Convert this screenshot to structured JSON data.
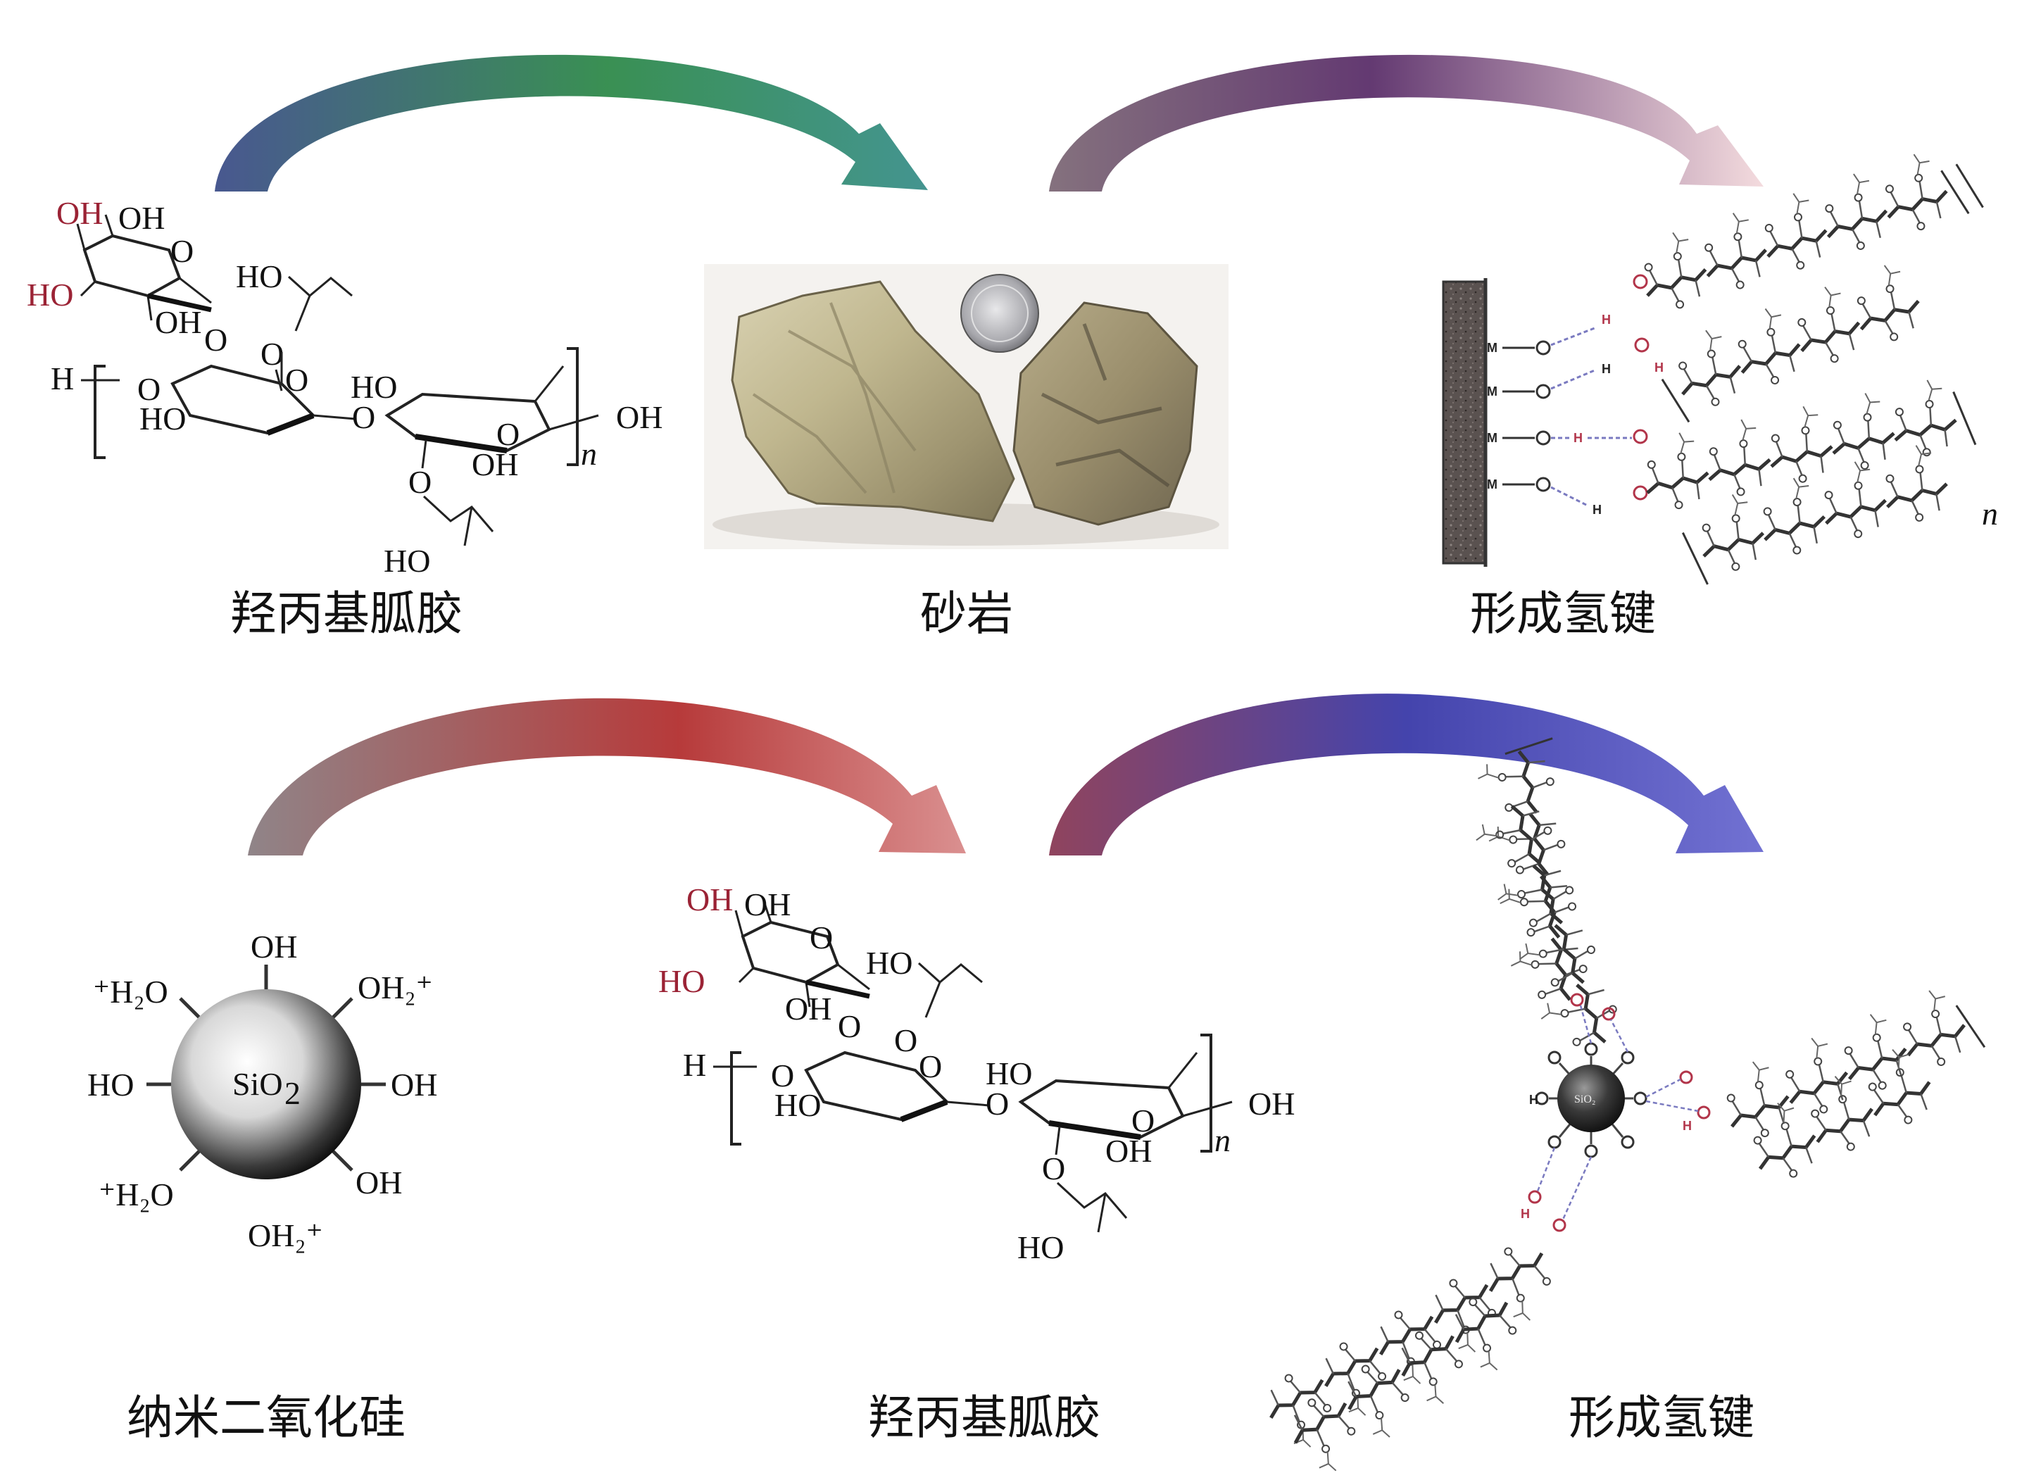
{
  "captions": {
    "top_left": "羟丙基胍胶",
    "top_middle": "砂岩",
    "top_right": "形成氢键",
    "bottom_left": "纳米二氧化硅",
    "bottom_middle": "羟丙基胍胶",
    "bottom_right": "形成氢键"
  },
  "structure_labels": {
    "oh": "OH",
    "ho": "HO",
    "o": "O",
    "h": "H",
    "n": "n"
  },
  "silica": {
    "core_label": "SiO",
    "core_sub": "2",
    "small_core_label": "SiO₂",
    "groups": {
      "top": "OH",
      "upper_right": "OH₂⁺",
      "right": "OH",
      "lower_right": "OH",
      "bottom": "OH₂⁺",
      "lower_left": "⁺H₂O",
      "left": "HO",
      "upper_left": "⁺H₂O"
    }
  },
  "surface_labels": {
    "metal": "M",
    "oxygen": "O",
    "hydrogen": "H"
  },
  "colors": {
    "arrow_green_start": "#4a5a8a",
    "arrow_green_end": "#2f8a5a",
    "arrow_purple_start": "#6a3f6e",
    "arrow_purple_end": "#f1d3d7",
    "arrow_red_start": "#7b6a70",
    "arrow_red_end": "#cf2d2d",
    "arrow_blue_start": "#8b3555",
    "arrow_blue_end": "#3a3ab8",
    "hydroxyl_red": "#9b2335"
  }
}
